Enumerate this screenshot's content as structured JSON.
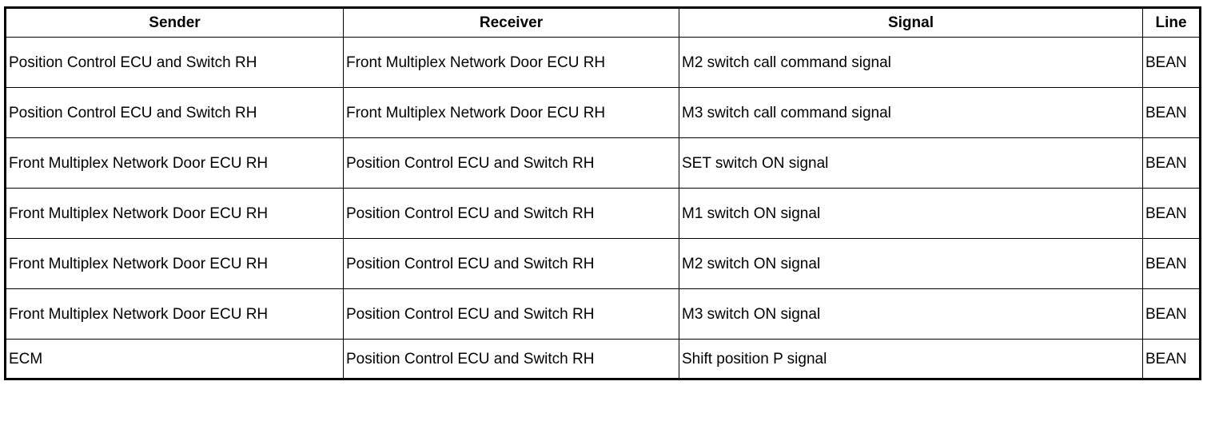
{
  "table": {
    "headers": [
      "Sender",
      "Receiver",
      "Signal",
      "Line"
    ],
    "rows": [
      {
        "sender": "Position Control ECU and Switch RH",
        "receiver": "Front Multiplex Network Door ECU RH",
        "signal": "M2 switch call command signal",
        "line": "BEAN"
      },
      {
        "sender": "Position Control ECU and Switch RH",
        "receiver": "Front Multiplex Network Door ECU RH",
        "signal": "M3 switch call command signal",
        "line": "BEAN"
      },
      {
        "sender": "Front Multiplex Network Door ECU RH",
        "receiver": "Position Control ECU and Switch RH",
        "signal": "SET switch ON signal",
        "line": "BEAN"
      },
      {
        "sender": "Front Multiplex Network Door ECU RH",
        "receiver": "Position Control ECU and Switch RH",
        "signal": "M1 switch ON signal",
        "line": "BEAN"
      },
      {
        "sender": "Front Multiplex Network Door ECU RH",
        "receiver": "Position Control ECU and Switch RH",
        "signal": "M2 switch ON signal",
        "line": "BEAN"
      },
      {
        "sender": "Front Multiplex Network Door ECU RH",
        "receiver": "Position Control ECU and Switch RH",
        "signal": "M3 switch ON signal",
        "line": "BEAN"
      },
      {
        "sender": "ECM",
        "receiver": "Position Control ECU and Switch RH",
        "signal": "Shift position P signal",
        "line": "BEAN"
      }
    ]
  }
}
